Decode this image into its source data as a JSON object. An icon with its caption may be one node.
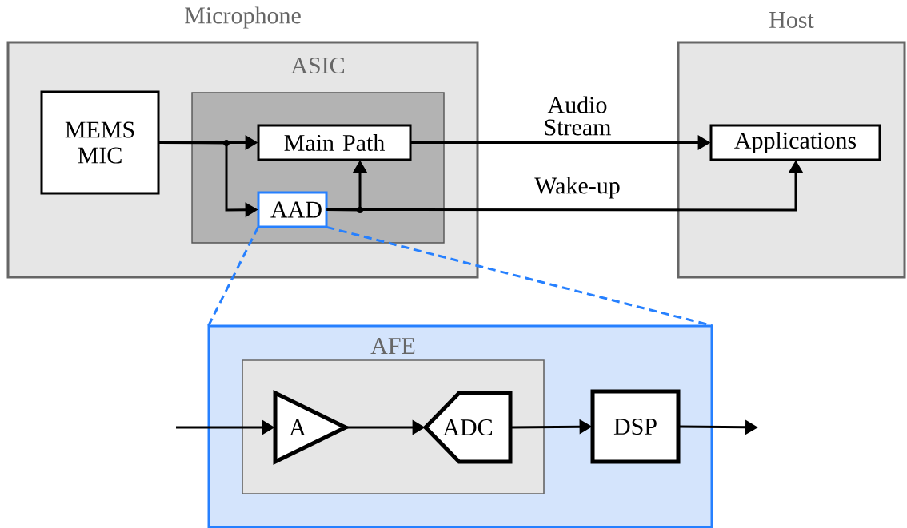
{
  "diagram": {
    "nodes": [
      {
        "text": [
          "Microphone"
        ]
      },
      {
        "text": [
          "ASIC"
        ],
        "in": 0
      },
      {
        "text": [
          "MEMS MIC"
        ],
        "in": 0
      },
      {
        "text": [
          "Main Path"
        ],
        "in": 1
      },
      {
        "text": [
          "AAD"
        ],
        "in": 1
      },
      {
        "text": [
          "Host"
        ]
      },
      {
        "text": [
          "Applications"
        ],
        "in": 5
      },
      {
        "text": [],
        "shape": "box"
      },
      {
        "text": [
          "AFE"
        ],
        "in": 7
      },
      {
        "text": [
          "A"
        ],
        "in": 8
      },
      {
        "text": [
          "ADC"
        ],
        "in": 8
      },
      {
        "text": [
          "DSP"
        ],
        "in": 7
      }
    ],
    "edges": [
      {
        "from": 2,
        "to": 3,
        "arrow": "to"
      },
      {
        "from": 2,
        "to": 4,
        "arrow": "to"
      },
      {
        "from": 4,
        "to": 3,
        "arrow": "to"
      },
      {
        "from": 4,
        "to": 6,
        "arrow": "to",
        "label": "Wake-up"
      },
      {
        "from": 3,
        "to": 6,
        "arrow": "to",
        "label": "Audio Stream"
      },
      {
        "from": null,
        "to": 9,
        "arrow": "to"
      },
      {
        "from": 9,
        "to": 10,
        "arrow": "to"
      },
      {
        "from": 10,
        "to": 11,
        "arrow": "to"
      },
      {
        "from": 11,
        "to": null,
        "arrow": "to"
      },
      {
        "from": 4,
        "to": 7,
        "arrow": "none",
        "style": "dashed",
        "color": "#2680ff"
      },
      {
        "from": 4,
        "to": 7,
        "arrow": "none",
        "style": "dashed",
        "color": "#2680ff"
      }
    ]
  }
}
